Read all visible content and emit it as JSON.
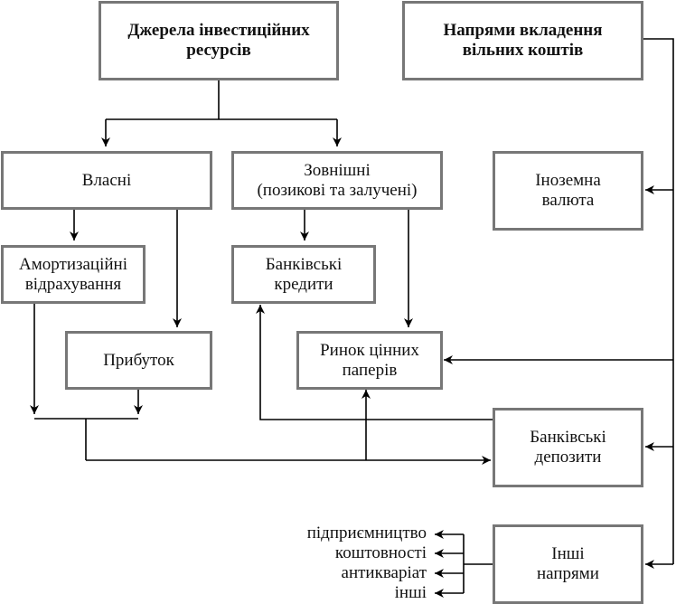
{
  "diagram": {
    "sources": {
      "title_lines": [
        "Джерела інвестиційних",
        "ресурсів"
      ]
    },
    "directions": {
      "title_lines": [
        "Напрями вкладення",
        "вільних коштів"
      ]
    },
    "own": {
      "lines": [
        "Власні"
      ]
    },
    "external": {
      "lines": [
        "Зовнішні",
        "(позикові та залучені)"
      ]
    },
    "depreciation": {
      "lines": [
        "Амортизаційні",
        "відрахування"
      ]
    },
    "profit": {
      "lines": [
        "Прибуток"
      ]
    },
    "bank_credits": {
      "lines": [
        "Банківські",
        "кредити"
      ]
    },
    "securities": {
      "lines": [
        "Ринок цінних",
        "паперів"
      ]
    },
    "foreign_currency": {
      "lines": [
        "Іноземна",
        "валюта"
      ]
    },
    "bank_deposits": {
      "lines": [
        "Банківські",
        "депозити"
      ]
    },
    "other_directions": {
      "lines": [
        "Інші",
        "напрями"
      ]
    },
    "other_items": [
      "підприємництво",
      "коштовності",
      "антикваріат",
      "інші"
    ]
  }
}
